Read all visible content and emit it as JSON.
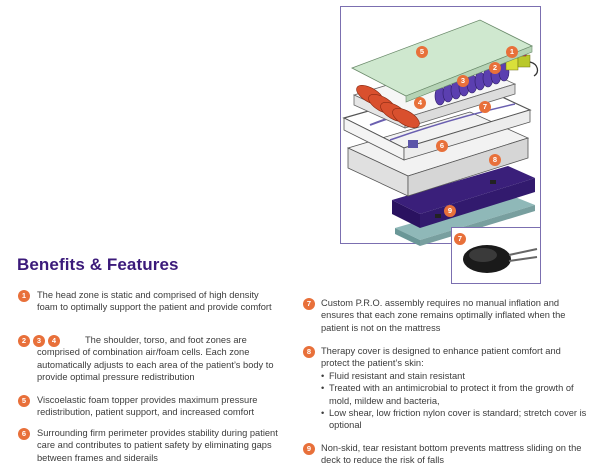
{
  "title": "Benefits & Features",
  "diagram_callouts": [
    "1",
    "2",
    "3",
    "4",
    "5",
    "6",
    "7",
    "8",
    "9",
    "7"
  ],
  "colors": {
    "accent": "#e8703a",
    "title": "#3b1a7a",
    "frame": "#7b6fb0"
  },
  "features_left": [
    {
      "badges": [
        "1"
      ],
      "text": "The head zone is static and comprised of high density foam to optimally support the patient and provide comfort"
    },
    {
      "badges": [
        "2",
        "3",
        "4"
      ],
      "text": "The shoulder, torso, and foot zones are comprised of combination air/foam cells. Each zone automatically adjusts to each area of the patient’s body to provide optimal pressure redistribution"
    },
    {
      "badges": [
        "5"
      ],
      "text": "Viscoelastic foam topper provides maximum pressure redistribution, patient support, and increased comfort"
    },
    {
      "badges": [
        "6"
      ],
      "text": "Surrounding firm perimeter provides stability during patient care and contributes to patient safety by eliminating gaps between frames and siderails"
    }
  ],
  "features_right": [
    {
      "badges": [
        "7"
      ],
      "text": "Custom P.R.O. assembly requires no manual inflation and ensures that each zone remains optimally inflated when the patient is not on the mattress"
    },
    {
      "badges": [
        "8"
      ],
      "text": "Therapy cover is designed to enhance patient comfort and protect the patient’s skin:",
      "bullets": [
        "Fluid resistant and stain resistant",
        "Treated with an antimicrobial to protect it from the growth of mold, mildew and bacteria,",
        "Low shear, low friction nylon cover is standard; stretch cover is optional"
      ]
    },
    {
      "badges": [
        "9"
      ],
      "text": "Non-skid, tear resistant bottom prevents mattress sliding on the deck to reduce the risk of falls"
    }
  ]
}
